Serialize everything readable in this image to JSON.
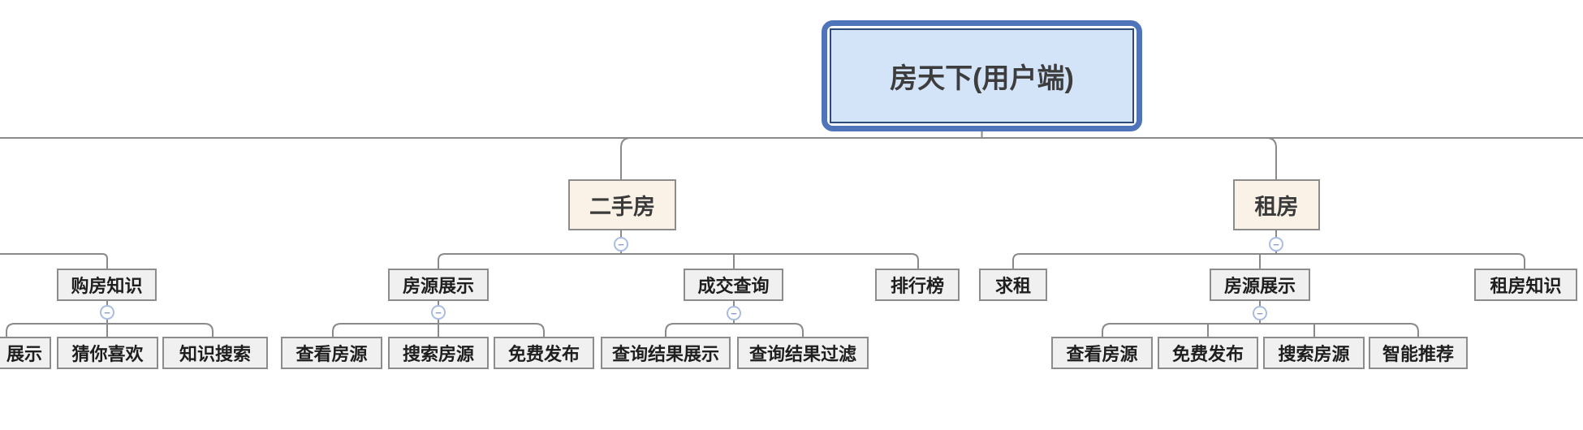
{
  "diagram": {
    "root": {
      "label": "房天下(用户端)"
    },
    "branches": [
      {
        "children": [
          {
            "label": "购房知识",
            "children": [
              {
                "label": "展示"
              },
              {
                "label": "猜你喜欢"
              },
              {
                "label": "知识搜索"
              }
            ]
          }
        ]
      },
      {
        "label": "二手房",
        "children": [
          {
            "label": "房源展示",
            "children": [
              {
                "label": "查看房源"
              },
              {
                "label": "搜索房源"
              },
              {
                "label": "免费发布"
              }
            ]
          },
          {
            "label": "成交查询",
            "children": [
              {
                "label": "查询结果展示"
              },
              {
                "label": "查询结果过滤"
              }
            ]
          },
          {
            "label": "排行榜"
          }
        ]
      },
      {
        "label": "租房",
        "children": [
          {
            "label": "求租"
          },
          {
            "label": "房源展示",
            "children": [
              {
                "label": "查看房源"
              },
              {
                "label": "免费发布"
              },
              {
                "label": "搜索房源"
              },
              {
                "label": "智能推荐"
              }
            ]
          },
          {
            "label": "租房知识"
          }
        ]
      }
    ]
  },
  "ui": {
    "collapse_glyph": "−"
  },
  "colors": {
    "root_border": "#4f74ba",
    "root_inner_border": "#2e4a7a",
    "root_fill": "#d3e3f8",
    "l1_fill": "#fbf2e7",
    "node_fill": "#f0f0f0",
    "node_border": "#8c8c8c",
    "line_color": "#8a8a8a",
    "toggle_border": "#a9bce2",
    "toggle_glyph": "#8ba0d0"
  }
}
